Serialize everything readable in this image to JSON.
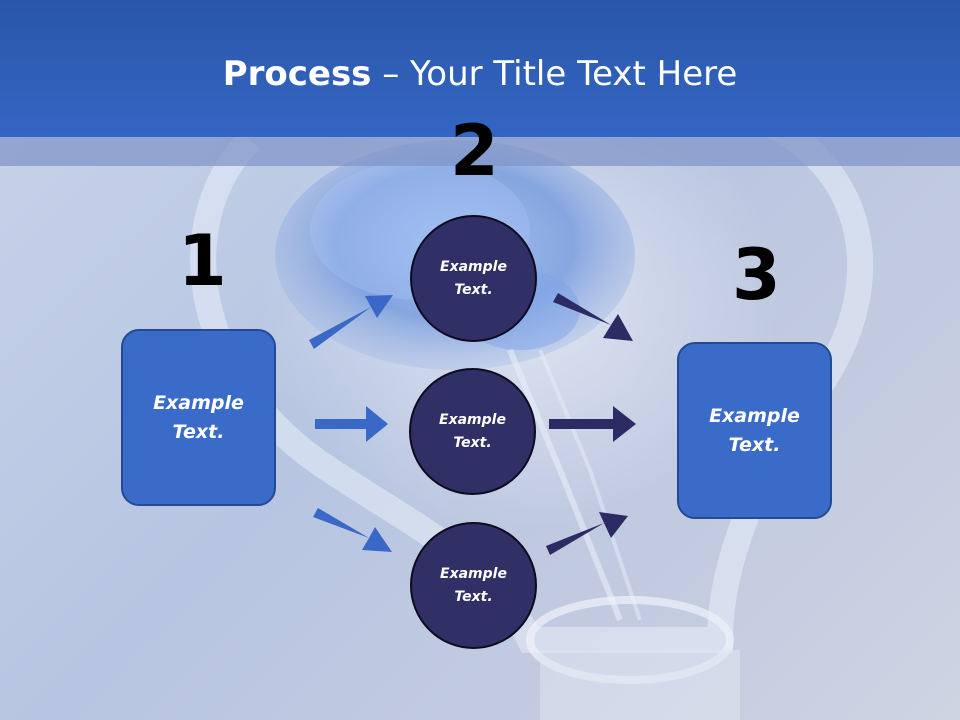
{
  "title": {
    "bold": "Process",
    "rest": " – Your Title Text Here"
  },
  "steps": {
    "one": "1",
    "two": "2",
    "three": "3"
  },
  "left_box": {
    "text": "Example\nText."
  },
  "right_box": {
    "text": "Example\nText."
  },
  "circles": [
    {
      "text": "Example\nText."
    },
    {
      "text": "Example\nText."
    },
    {
      "text": "Example\nText."
    }
  ],
  "colors": {
    "title_bar": "#3366c4",
    "box_fill": "#3b6bc9",
    "circle_fill": "#302f66",
    "arrow_left": "#3a68c6",
    "arrow_right": "#2c2b63"
  }
}
